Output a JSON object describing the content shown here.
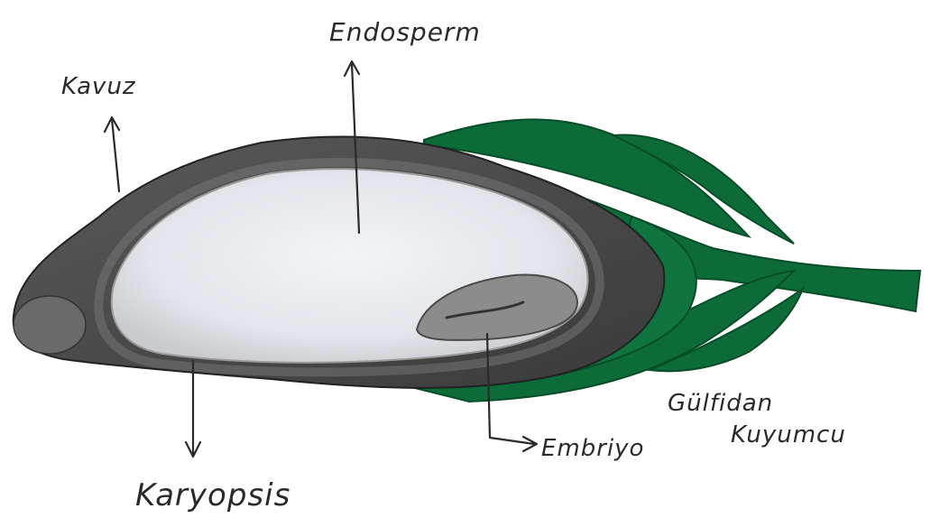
{
  "labels": {
    "husk": "Kavuz",
    "endosperm": "Endosperm",
    "caryopsis": "Karyopsis",
    "embryo": "Embriyo",
    "author_line1": "Gülfidan",
    "author_line2": "Kuyumcu"
  },
  "colors": {
    "husk": "#4b4b4b",
    "husk_dark": "#2e2e2e",
    "endosperm": "#e9ebef",
    "embryo": "#8c8c8c",
    "leaves": "#0d6b3a",
    "ink": "#2a2a2a",
    "paper": "#ffffff"
  }
}
